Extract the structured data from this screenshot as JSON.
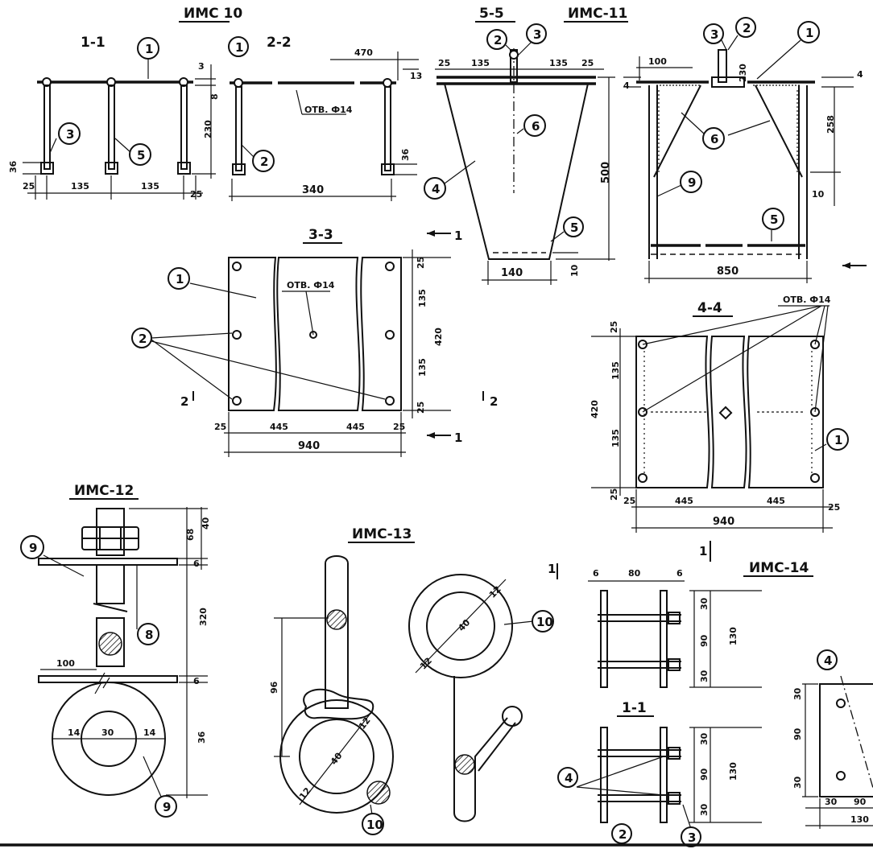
{
  "titles": {
    "imc10": "ИМС 10",
    "imc11": "ИМС-11",
    "imc12": "ИМС-12",
    "imc13": "ИМС-13",
    "imc14": "ИМС-14"
  },
  "sections": {
    "s11": "1-1",
    "s22": "2-2",
    "s33": "3-3",
    "s44": "4-4",
    "s55": "5-5",
    "s11b": "1-1"
  },
  "notes": {
    "hole": "ОТВ. Ф14",
    "hole_b": "ОТВ. Ф14",
    "hole_c": "ОТВ. Ф14"
  },
  "marks": [
    "1",
    "2",
    "3",
    "4",
    "5",
    "6",
    "8",
    "9",
    "10"
  ],
  "cut_marks": {
    "one": "1",
    "two": "2"
  },
  "dims_imc10": {
    "d3": "3",
    "d8": "8",
    "d230": "230",
    "d36a": "36",
    "d25a": "25",
    "d135a": "135",
    "d135b": "135",
    "d25b": "25",
    "d470": "470",
    "d13": "13",
    "d36b": "36",
    "d340": "340"
  },
  "dims_55": {
    "d25a": "25",
    "d135a": "135",
    "d135b": "135",
    "d25b": "25",
    "d500": "500",
    "d140": "140",
    "d10": "10"
  },
  "dims_imc11": {
    "d100": "100",
    "d230": "230",
    "d4a": "4",
    "d4b": "4",
    "d258": "258",
    "d10": "10",
    "d850": "850"
  },
  "dims_33": {
    "d25a": "25",
    "d135a": "135",
    "d420": "420",
    "d135b": "135",
    "d25b": "25",
    "d25c": "25",
    "d445a": "445",
    "d445b": "445",
    "d25d": "25",
    "d940": "940"
  },
  "dims_44": {
    "d25a": "25",
    "d135a": "135",
    "d420": "420",
    "d135b": "135",
    "d25b": "25",
    "d25c": "25",
    "d445a": "445",
    "d445b": "445",
    "d25d": "25",
    "d940": "940"
  },
  "dims_imc12": {
    "d40": "40",
    "d68": "68",
    "d6a": "6",
    "d320": "320",
    "d100": "100",
    "d6b": "6",
    "d36": "36",
    "d14a": "14",
    "d30": "30",
    "d14b": "14"
  },
  "dims_imc13": {
    "d96": "96",
    "d40a": "40",
    "d12a": "12",
    "d12b": "12",
    "d40b": "40",
    "d12c": "12",
    "d12d": "12"
  },
  "dims_imc14": {
    "d6a": "6",
    "d80": "80",
    "d6b": "6",
    "d30a": "30",
    "d90a": "90",
    "d30b": "30",
    "d130a": "130",
    "d30c": "30",
    "d90b": "90",
    "d30d": "30",
    "d130b": "130"
  },
  "dims_plate": {
    "d30a": "30",
    "d90a": "90",
    "d30b": "30",
    "d30c": "30",
    "d90b": "90",
    "d130": "130"
  }
}
